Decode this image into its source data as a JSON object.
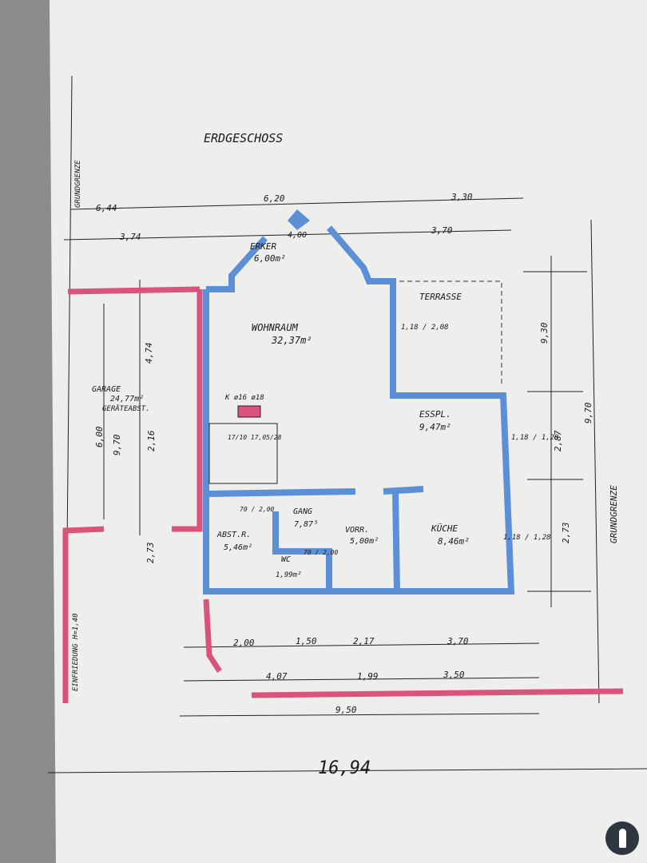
{
  "title": "ERDGESCHOSS",
  "colors": {
    "paper": "#f1f1ef",
    "interior_wall": "#5b8fd6",
    "exterior_wall": "#d9537a",
    "ink": "#1a1a1a"
  },
  "rooms": [
    {
      "name": "ERKER",
      "area": "6,00m²"
    },
    {
      "name": "WOHNRAUM",
      "area": "32,37m²"
    },
    {
      "name": "TERRASSE",
      "area": ""
    },
    {
      "name": "ESSPL.",
      "area": "9,47m²"
    },
    {
      "name": "GARAGE",
      "area": "24,77m²",
      "note": "GERÄTEABST."
    },
    {
      "name": "ABST.R.",
      "area": "5,46m²"
    },
    {
      "name": "GANG",
      "area": "7,87⁵"
    },
    {
      "name": "VORR.",
      "area": "5,00m²"
    },
    {
      "name": "KÜCHE",
      "area": "8,46m²"
    },
    {
      "name": "WC",
      "area": "1,99m²"
    }
  ],
  "dimensions": {
    "top_row1": [
      "6,44",
      "6,20",
      "3,30"
    ],
    "top_row2": [
      "3,74",
      "4,00",
      "3,70"
    ],
    "right": [
      "9,30",
      "2,87",
      "2,73",
      "9,70"
    ],
    "left_garage": [
      "4,74",
      "6,00",
      "9,70",
      "2,16",
      "2,73"
    ],
    "bottom_row1": [
      "2,00",
      "1,50",
      "2,17",
      "3,70"
    ],
    "bottom_row2": [
      "4,07",
      "1,99",
      "3,50"
    ],
    "bottom_total": "9,50",
    "overall": "16,94"
  },
  "openings": {
    "window_1": "1,18 / 2,08",
    "window_2": "1,18 / 1,28",
    "window_3": "1,18 / 1,28",
    "door_gang": "70 / 2,00",
    "door_wc": "70 / 2,00",
    "chimney": "K ø16 ø18",
    "stair": "17/10 17,05/28"
  },
  "labels": {
    "grundgrenze_left": "GRUNDGRENZE",
    "grundgrenze_right": "GRUNDGRENZE",
    "einfriedung": "EINFRIEDUNG H=1,40"
  }
}
